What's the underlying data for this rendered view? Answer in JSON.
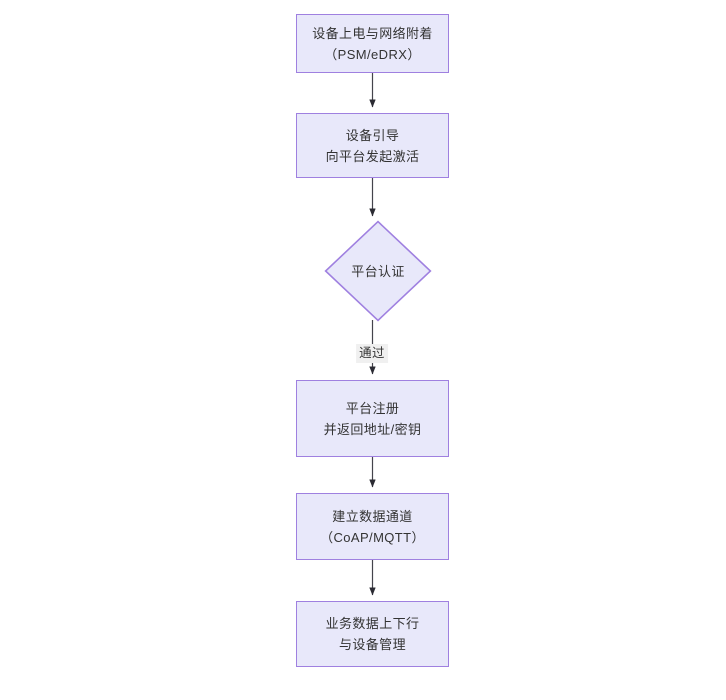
{
  "diagram": {
    "type": "flowchart",
    "orientation": "top-to-bottom",
    "theme": {
      "node_fill": "#e8e8fa",
      "node_border": "#9f80e0",
      "text_color": "#333333",
      "edge_color": "#333333",
      "edge_label_bg": "#f0f0f0",
      "canvas_bg": "#ffffff"
    },
    "nodes": [
      {
        "id": "n1",
        "shape": "rect",
        "line1": "设备上电与网络附着",
        "line2": "（PSM/eDRX）"
      },
      {
        "id": "n2",
        "shape": "rect",
        "line1": "设备引导",
        "line2": "向平台发起激活"
      },
      {
        "id": "n3",
        "shape": "diamond",
        "line1": "平台认证",
        "line2": ""
      },
      {
        "id": "n4",
        "shape": "rect",
        "line1": "平台注册",
        "line2": "并返回地址/密钥"
      },
      {
        "id": "n5",
        "shape": "rect",
        "line1": "建立数据通道",
        "line2": "（CoAP/MQTT）"
      },
      {
        "id": "n6",
        "shape": "rect",
        "line1": "业务数据上下行",
        "line2": "与设备管理"
      }
    ],
    "edges": [
      {
        "id": "e1",
        "from": "n1",
        "to": "n2",
        "label": ""
      },
      {
        "id": "e2",
        "from": "n2",
        "to": "n3",
        "label": ""
      },
      {
        "id": "e3",
        "from": "n3",
        "to": "n4",
        "label": "通过"
      },
      {
        "id": "e4",
        "from": "n4",
        "to": "n5",
        "label": ""
      },
      {
        "id": "e5",
        "from": "n5",
        "to": "n6",
        "label": ""
      }
    ]
  }
}
